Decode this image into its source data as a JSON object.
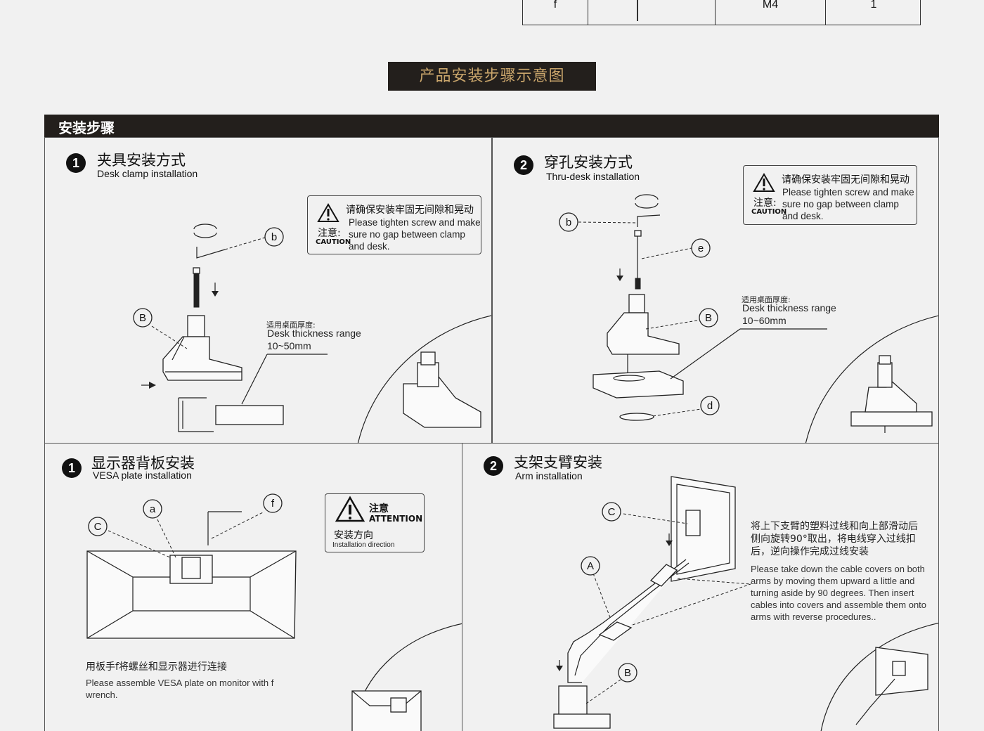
{
  "parts_table": {
    "cells": [
      "f",
      "",
      "M4",
      "1"
    ]
  },
  "banner": "产品安装步骤示意图",
  "section_title": "安装步骤",
  "panels": {
    "desk_clamp": {
      "num": "1",
      "title": "夹具安装方式",
      "subtitle": "Desk clamp installation",
      "caution_cn": "请确保安装牢固无间隙和晃动",
      "caution_en": "Please tighten screw and make sure no gap between clamp and desk.",
      "caution_label_cn": "注意:",
      "caution_label_en": "CAUTION",
      "thickness_cn": "适用桌面厚度:",
      "thickness_en": "Desk thickness range",
      "thickness_range": "10~50mm",
      "callouts": [
        "b",
        "B"
      ]
    },
    "thru_desk": {
      "num": "2",
      "title": "穿孔安装方式",
      "subtitle": "Thru-desk installation",
      "caution_cn": "请确保安装牢固无间隙和晃动",
      "caution_en": "Please tighten screw and make sure no gap between clamp and desk.",
      "caution_label_cn": "注意:",
      "caution_label_en": "CAUTION",
      "thickness_cn": "适用桌面厚度:",
      "thickness_en": "Desk thickness range",
      "thickness_range": "10~60mm",
      "callouts": [
        "b",
        "e",
        "B",
        "d"
      ]
    },
    "vesa": {
      "num": "1",
      "title": "显示器背板安装",
      "subtitle": "VESA plate installation",
      "attention_cn": "注意",
      "attention_en": "ATTENTION",
      "direction_cn": "安装方向",
      "direction_en": "Installation direction",
      "body_cn": "用板手f将螺丝和显示器进行连接",
      "body_en": "Please assemble VESA plate on monitor with f wrench.",
      "callouts": [
        "a",
        "f",
        "C"
      ]
    },
    "arm": {
      "num": "2",
      "title": "支架支臂安装",
      "subtitle": "Arm installation",
      "body_cn": "将上下支臂的塑料过线和向上部滑动后侧向旋转90°取出，将电线穿入过线扣后，逆向操作完成过线安装",
      "body_en": "Please take down the cable covers on both arms by moving them upward a little and turning aside by 90 degrees. Then insert cables into covers and assemble them onto arms with reverse procedures..",
      "callouts": [
        "C",
        "A",
        "B"
      ]
    }
  }
}
